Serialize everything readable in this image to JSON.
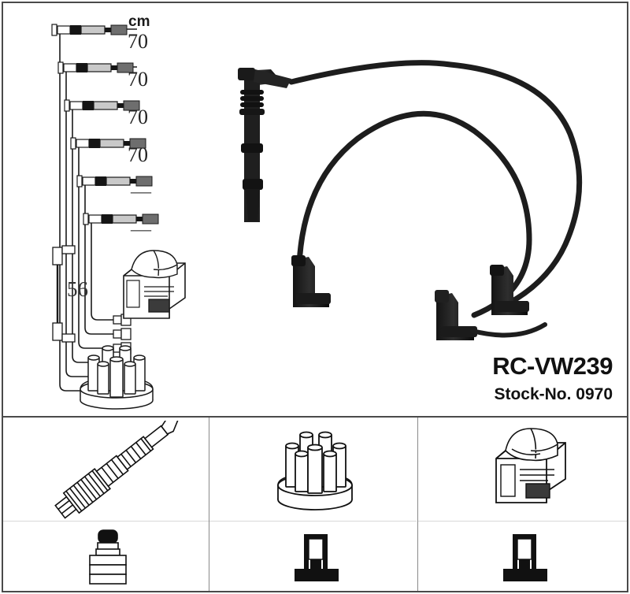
{
  "document": {
    "kind": "ignition-cable-kit-datasheet",
    "product_code": "RC-VW239",
    "stock_no": "Stock-No. 0970"
  },
  "measurements": {
    "unit_header": "cm",
    "cables": [
      {
        "index": 1,
        "length": "70"
      },
      {
        "index": 2,
        "length": "70"
      },
      {
        "index": 3,
        "length": "70"
      },
      {
        "index": 4,
        "length": "70"
      },
      {
        "index": 5,
        "length": "—"
      },
      {
        "index": 6,
        "length": "—"
      }
    ],
    "coil_lead": {
      "label": "56"
    }
  },
  "schematic": {
    "distributor_cap_name": "distributor-cap",
    "ignition_coil_name": "ignition-coil"
  },
  "panels": [
    {
      "id": "panel-spark-plug",
      "top_part": "spark-plug",
      "bottom_part": "spark-plug-boot-connector"
    },
    {
      "id": "panel-distributor-cap",
      "top_part": "distributor-cap",
      "bottom_part": "distributor-cap-terminal"
    },
    {
      "id": "panel-ignition-coil",
      "top_part": "ignition-coil",
      "bottom_part": "ignition-coil-terminal"
    }
  ],
  "colors": {
    "frame": "#4a4a4a",
    "ink": "#111111",
    "cable": "#1c1c1c",
    "line_light": "#d8d8d8"
  }
}
